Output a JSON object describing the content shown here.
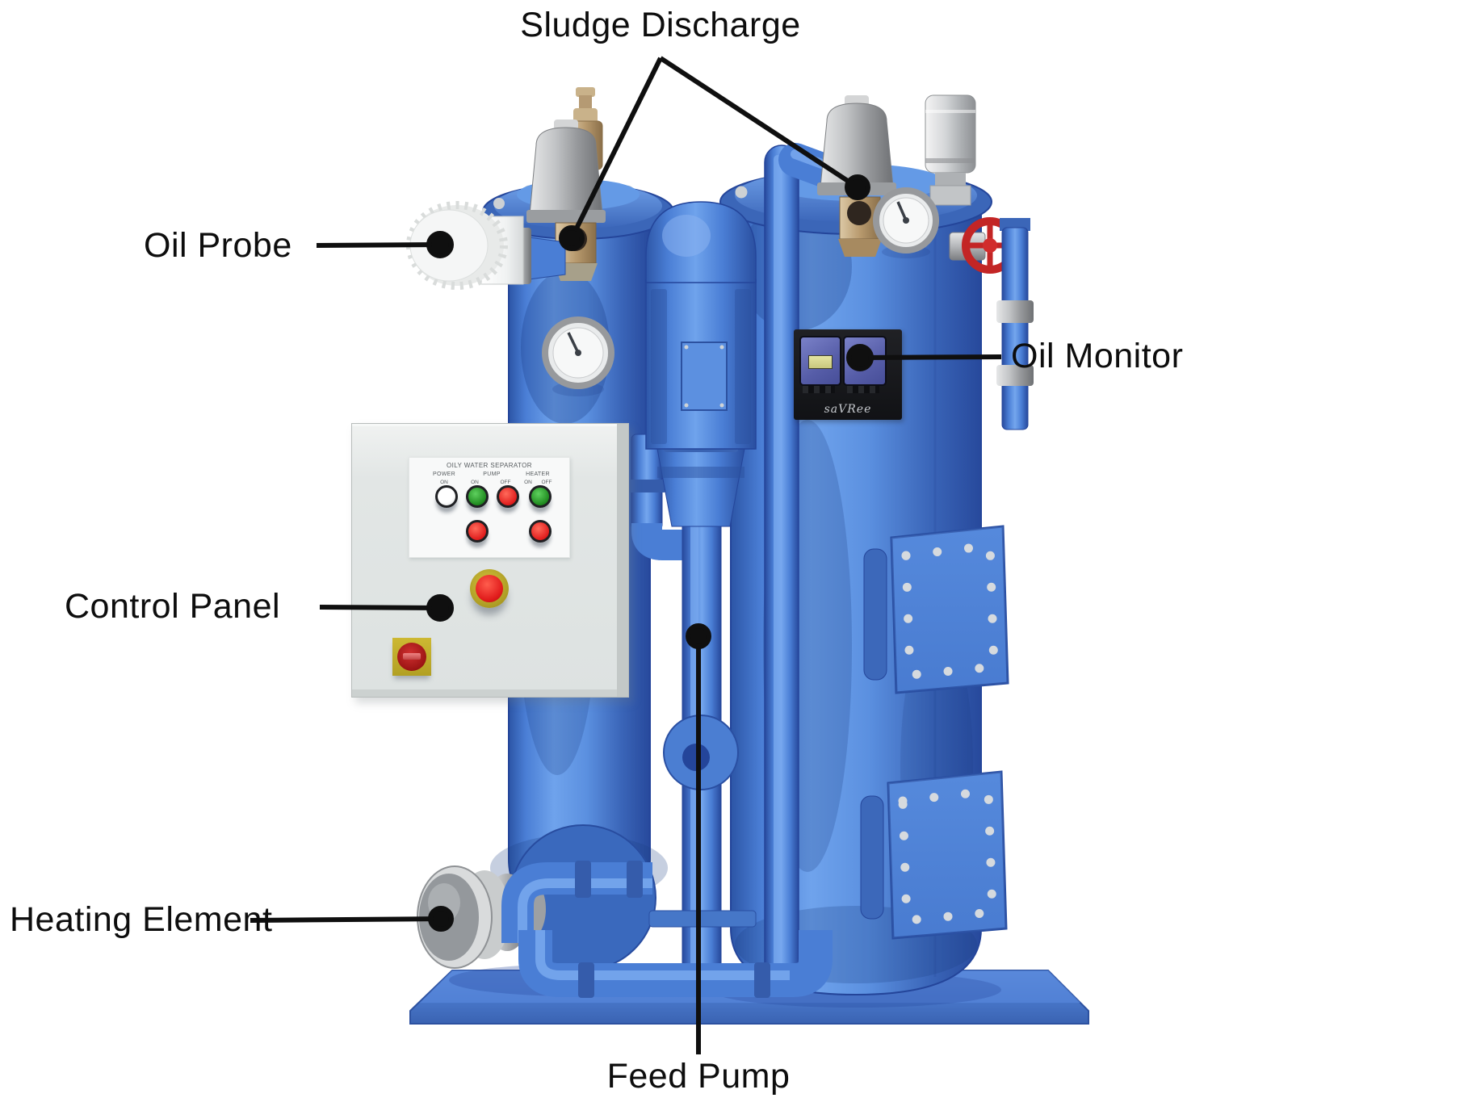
{
  "annotations": [
    {
      "id": "sludge-discharge",
      "label": "Sludge Discharge"
    },
    {
      "id": "oil-probe",
      "label": "Oil Probe"
    },
    {
      "id": "oil-monitor",
      "label": "Oil Monitor"
    },
    {
      "id": "control-panel",
      "label": "Control Panel"
    },
    {
      "id": "heating-element",
      "label": "Heating Element"
    },
    {
      "id": "feed-pump",
      "label": "Feed Pump"
    }
  ],
  "control_panel": {
    "title": "OILY WATER SEPARATOR",
    "power_label": "POWER",
    "power_on": "ON",
    "pump_label": "PUMP",
    "pump_on": "ON",
    "pump_off": "OFF",
    "heater_label": "HEATER",
    "heater_on": "ON",
    "heater_off": "OFF"
  },
  "oil_monitor": {
    "brand": "saVRee"
  },
  "colors": {
    "tank_blue": "#4a7ed5",
    "tank_highlight": "#6fa3ec",
    "tank_shadow": "#27499c",
    "panel_gray": "#e2e6e5",
    "indicator_green": "#1f8a1f",
    "indicator_red": "#e01d1d",
    "valve_red": "#c32525",
    "monitor_black": "#17181b",
    "label_text": "#0d0d0d"
  }
}
